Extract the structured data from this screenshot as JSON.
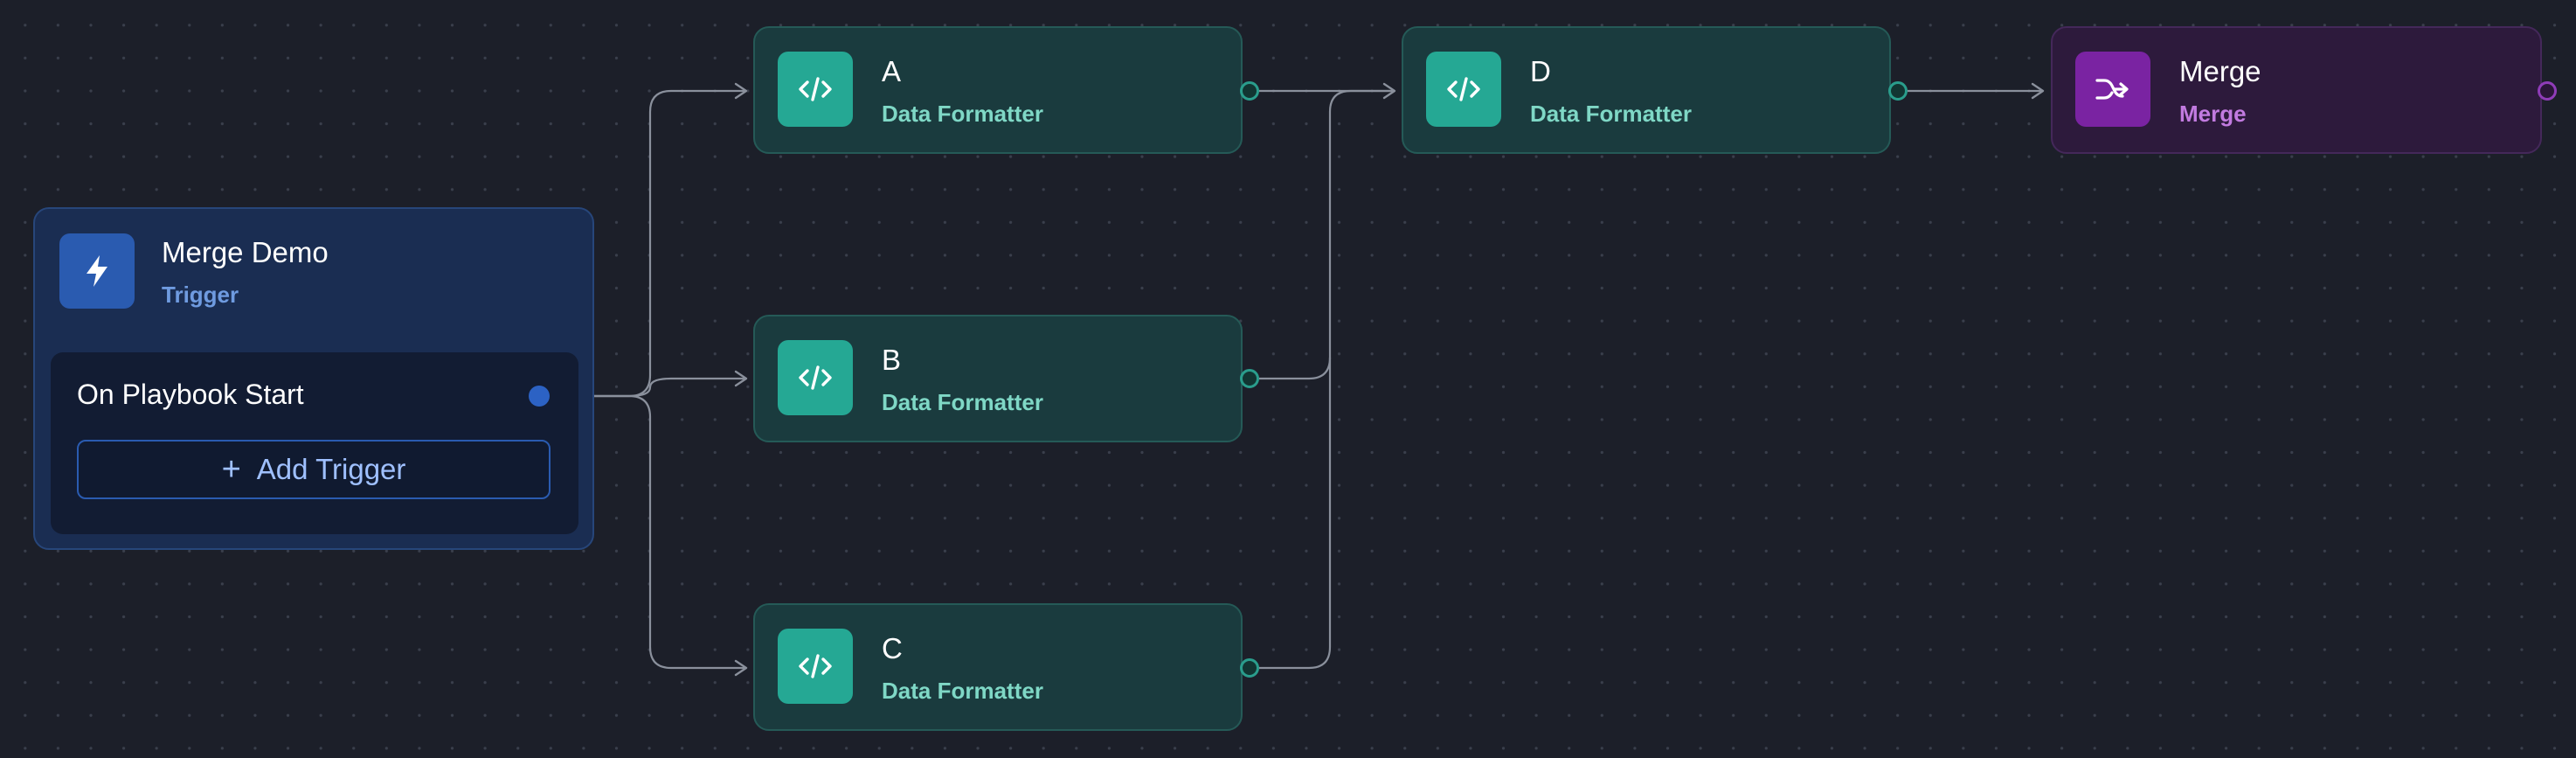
{
  "trigger": {
    "title": "Merge Demo",
    "subtitle": "Trigger",
    "event": "On Playbook Start",
    "add_label": "Add Trigger",
    "icon": "lightning-icon"
  },
  "nodes": {
    "a": {
      "title": "A",
      "subtitle": "Data Formatter",
      "icon": "code-icon"
    },
    "b": {
      "title": "B",
      "subtitle": "Data Formatter",
      "icon": "code-icon"
    },
    "c": {
      "title": "C",
      "subtitle": "Data Formatter",
      "icon": "code-icon"
    },
    "d": {
      "title": "D",
      "subtitle": "Data Formatter",
      "icon": "code-icon"
    },
    "merge": {
      "title": "Merge",
      "subtitle": "Merge",
      "icon": "merge-icon"
    }
  },
  "colors": {
    "background": "#1c1f29",
    "trigger_accent": "#2a5bb0",
    "trigger_subtitle": "#6f9be0",
    "formatter_accent": "#25a894",
    "formatter_subtitle": "#7fd8c6",
    "merge_accent": "#7a23a2",
    "merge_subtitle": "#c27be0",
    "edge": "#8a909c"
  }
}
